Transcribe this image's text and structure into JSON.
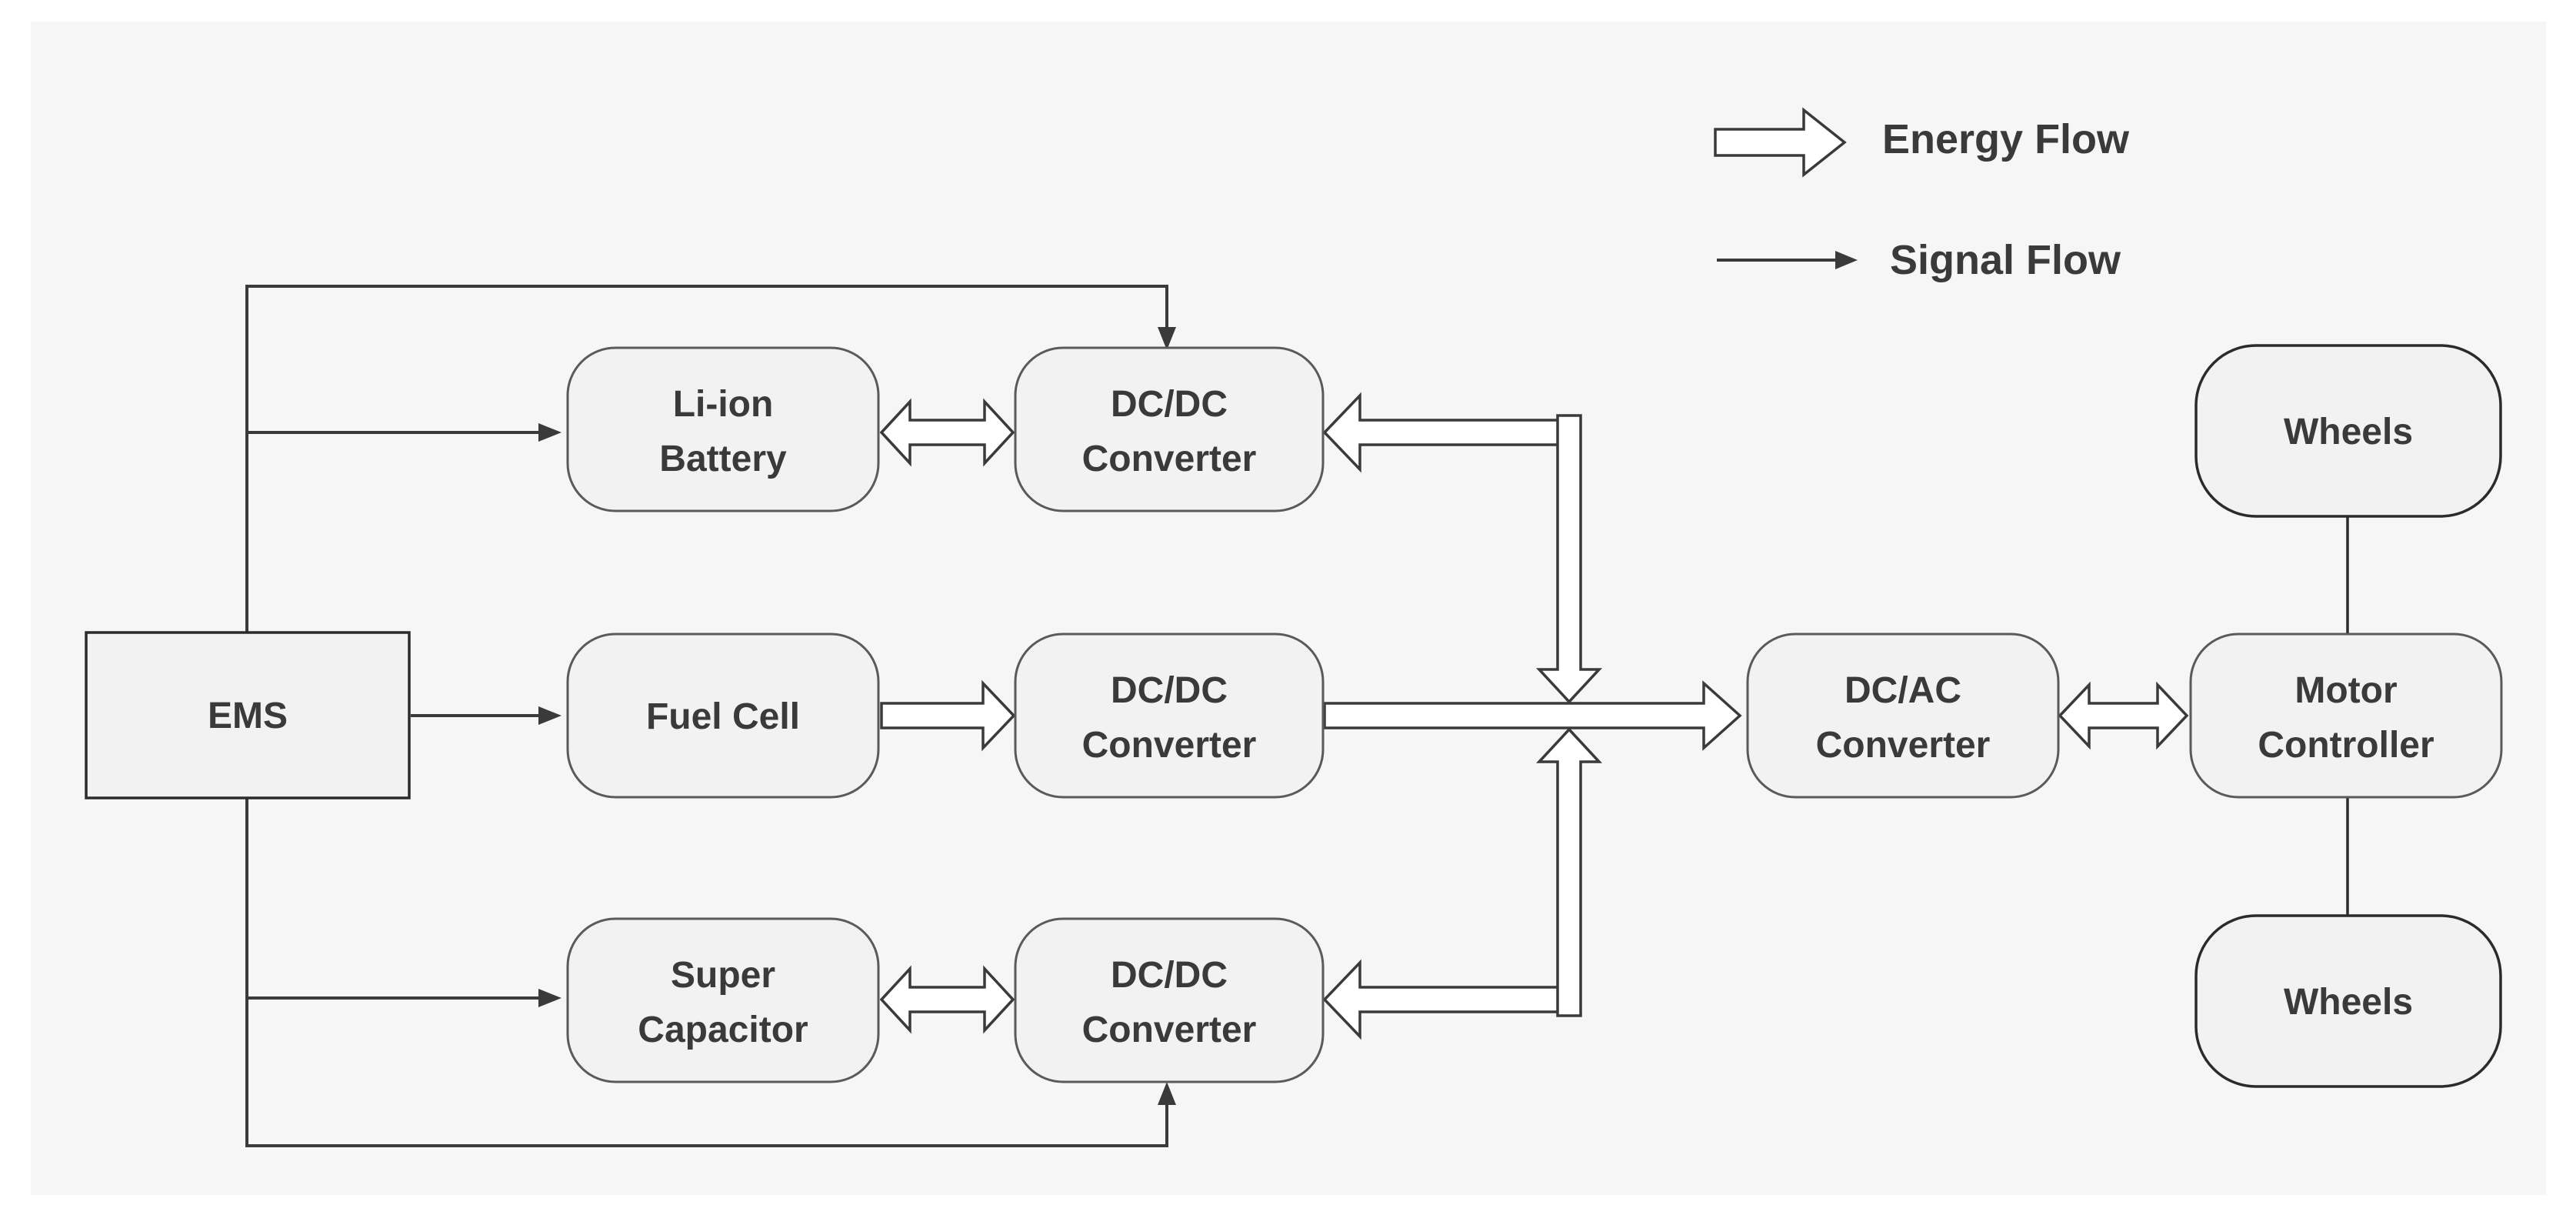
{
  "legend": {
    "energy_flow": "Energy Flow",
    "signal_flow": "Signal Flow"
  },
  "nodes": {
    "ems": "EMS",
    "battery": [
      "Li-ion",
      "Battery"
    ],
    "fuel_cell": "Fuel Cell",
    "supercap": [
      "Super",
      "Capacitor"
    ],
    "dcdc_top": [
      "DC/DC",
      "Converter"
    ],
    "dcdc_mid": [
      "DC/DC",
      "Converter"
    ],
    "dcdc_bot": [
      "DC/DC",
      "Converter"
    ],
    "dcac": [
      "DC/AC",
      "Converter"
    ],
    "motor": [
      "Motor",
      "Controller"
    ],
    "wheels_top": "Wheels",
    "wheels_bot": "Wheels"
  },
  "colors": {
    "node_fill": "#f2f2f2",
    "stroke": "#3a3a3a",
    "background_panel": "#f6f6f6"
  }
}
